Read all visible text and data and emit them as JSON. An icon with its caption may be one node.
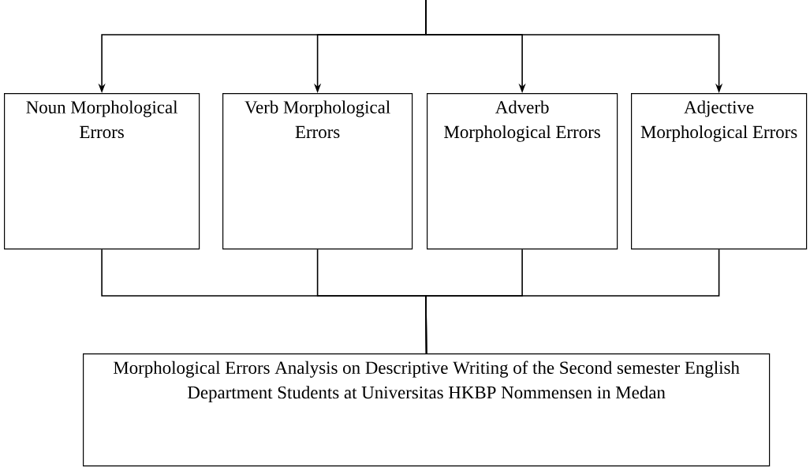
{
  "diagram": {
    "nodes": [
      {
        "text": [
          "Noun Morphological Errors"
        ]
      },
      {
        "text": [
          "Verb Morphological Errors"
        ]
      },
      {
        "text": [
          "Adverb Morphological Errors"
        ]
      },
      {
        "text": [
          "Adjective Morphological Errors"
        ]
      },
      {
        "text": [
          "Morphological Errors Analysis on Descriptive Writing of the Second semester English Department Students at Universitas HKBP Nommensen in Medan"
        ]
      }
    ],
    "edges": [
      {
        "from": null,
        "to": 0,
        "arrow": "to"
      },
      {
        "from": null,
        "to": 1,
        "arrow": "to"
      },
      {
        "from": null,
        "to": 2,
        "arrow": "to"
      },
      {
        "from": null,
        "to": 3,
        "arrow": "to"
      },
      {
        "from": 0,
        "to": 4,
        "arrow": "none"
      },
      {
        "from": 1,
        "to": 4,
        "arrow": "none"
      },
      {
        "from": 2,
        "to": 4,
        "arrow": "none"
      },
      {
        "from": 3,
        "to": 4,
        "arrow": "none"
      }
    ]
  }
}
